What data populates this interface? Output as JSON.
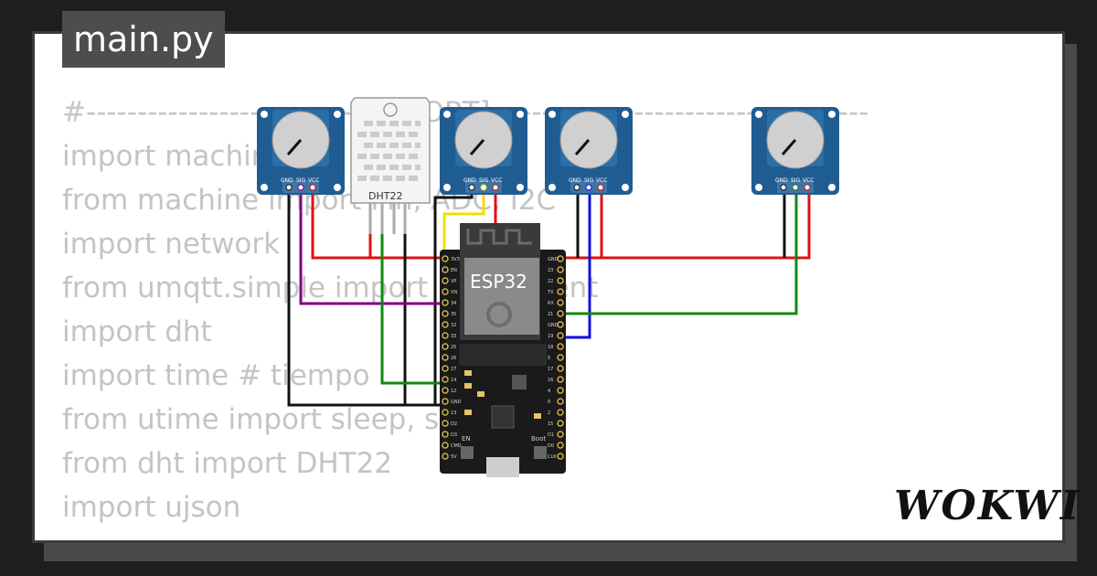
{
  "file_tab": {
    "label": "main.py"
  },
  "code_lines": [
    "#----------------------------IMPORT]-------------------------------------",
    "import machine",
    "from machine import Pin, ADC, I2C",
    "import network",
    "from umqtt.simple import MQTTClient",
    "import dht",
    "import time # tiempo",
    "from utime import sleep, sleep_ms",
    "from dht import DHT22",
    "import ujson"
  ],
  "brand": {
    "name": "WOKWI"
  },
  "components": {
    "dht_label": "DHT22",
    "esp32_label": "ESP32",
    "pot_pins": [
      "GND",
      "SIG",
      "VCC"
    ],
    "board_button_en": "EN",
    "board_button_boot": "Boot",
    "pin_labels_left": [
      "3V3",
      "EN",
      "VP",
      "VN",
      "34",
      "35",
      "32",
      "33",
      "25",
      "26",
      "27",
      "14",
      "12",
      "GND",
      "13",
      "D2",
      "D3",
      "CMD",
      "5V"
    ],
    "pin_labels_right": [
      "GND",
      "23",
      "22",
      "TX",
      "RX",
      "21",
      "GND",
      "19",
      "18",
      "5",
      "17",
      "16",
      "4",
      "0",
      "2",
      "15",
      "D1",
      "D0",
      "CLK"
    ]
  },
  "colors": {
    "wire_red": "#e01010",
    "wire_black": "#111111",
    "wire_green": "#118811",
    "wire_yellow": "#f0e000",
    "wire_blue": "#1010e0",
    "wire_purple": "#800080",
    "pot_body": "#1f5c92",
    "board": "#1a1a1a"
  }
}
